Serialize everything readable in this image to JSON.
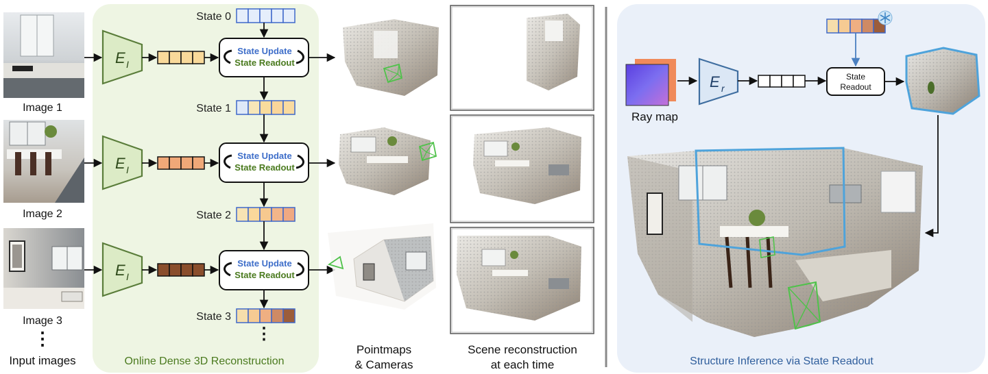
{
  "input_images": {
    "labels": [
      "Image 1",
      "Image 2",
      "Image 3"
    ],
    "ellipsis": "⋮",
    "caption": "Input images"
  },
  "online_panel": {
    "caption": "Online Dense 3D Reconstruction",
    "encoder_main": "E",
    "encoder_sub": "I",
    "states": [
      "State 0",
      "State 1",
      "State 2",
      "State 3"
    ],
    "state_ellipsis": "⋮",
    "update_label": "State Update",
    "readout_label": "State Readout"
  },
  "pointmaps_caption": [
    "Pointmaps",
    "& Cameras"
  ],
  "scene_caption": [
    "Scene reconstruction",
    "at each time"
  ],
  "structure_panel": {
    "caption": "Structure Inference via State Readout",
    "ray_map_label": "Ray map",
    "encoder_main": "E",
    "encoder_sub": "r",
    "readout_box": [
      "State",
      "Readout"
    ],
    "frozen_icon": "snowflake-icon"
  },
  "colors": {
    "green_panel_bg": "#eef5e3",
    "blue_panel_bg": "#eaf0f9",
    "encoder_green": "#dcebc6",
    "encoder_green_stroke": "#5a7d3a",
    "encoder_blue": "#dbe7f5",
    "encoder_blue_stroke": "#3f6ea0",
    "update_text": "#3e6ec9",
    "readout_text": "#4a7a1e",
    "state_box_stroke": "#3e68c9",
    "token_1": "#f9d99a",
    "token_2": "#f0a878",
    "token_3": "#8a4e2c",
    "caption_green": "#4a7a1e",
    "caption_blue": "#2f5e9c",
    "camera_green": "#4fc24a",
    "highlight_blue": "#4ea3db"
  }
}
